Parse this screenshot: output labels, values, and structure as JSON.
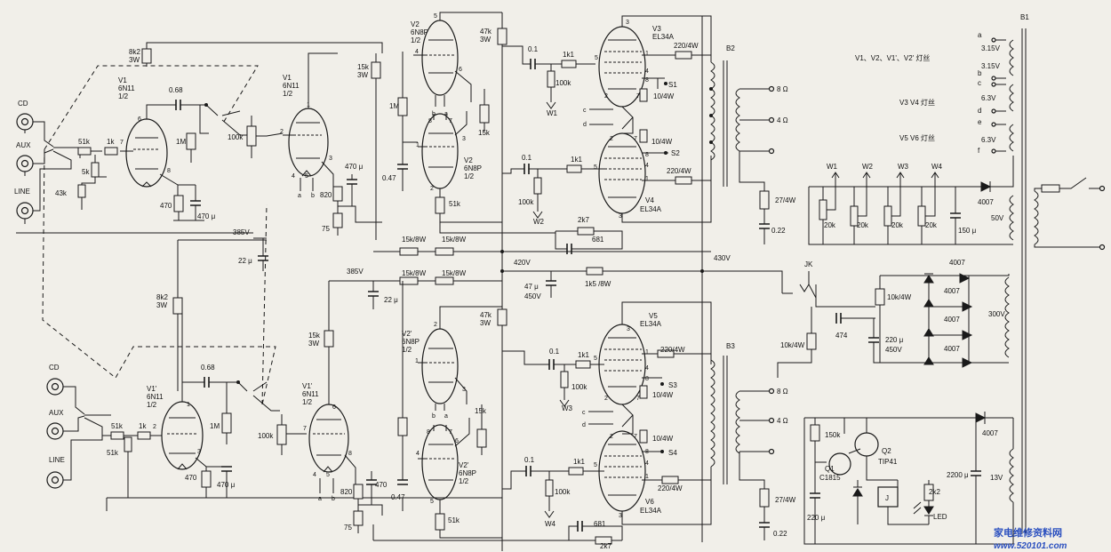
{
  "inputs": {
    "upper": [
      "CD",
      "AUX",
      "LINE"
    ],
    "lower": [
      "CD",
      "AUX",
      "LINE"
    ]
  },
  "tubes": {
    "v1": [
      "V1",
      "6N11",
      "1/2"
    ],
    "v1b": [
      "V1",
      "6N11",
      "1/2"
    ],
    "v2": [
      "V2",
      "6N8P",
      "1/2"
    ],
    "v2b": [
      "V2",
      "6N8P",
      "1/2"
    ],
    "v3": [
      "V3",
      "EL34A"
    ],
    "v4": [
      "V4",
      "EL34A"
    ],
    "v1p": [
      "V1'",
      "6N11",
      "1/2"
    ],
    "v1pb": [
      "V1'",
      "6N11",
      "1/2"
    ],
    "v2p": [
      "V2'",
      "6N8P",
      "1/2"
    ],
    "v2pb": [
      "V2'",
      "6N8P",
      "1/2"
    ],
    "v5": [
      "V5",
      "EL34A"
    ],
    "v6": [
      "V6",
      "EL34A"
    ]
  },
  "components": {
    "r_8k2_a": [
      "8k2",
      "3W"
    ],
    "r_8k2_b": [
      "8k2",
      "3W"
    ],
    "c_068_a": "0.68",
    "c_068_b": "0.68",
    "r_51k_a": "51k",
    "r_1k_a": "1k",
    "r_5k": "5k",
    "r_43k": "43k",
    "r_1m_a": "1M",
    "r_470_a": "470",
    "c_470u_a": "470 μ",
    "pot_100k_a": "100k",
    "r_15k3w_a": [
      "15k",
      "3W"
    ],
    "r_1m_b": "1M",
    "c_047_a": "0.47",
    "r_47k3w_a": [
      "47k",
      "3W"
    ],
    "r_15k_a": "15k",
    "r_51k_b": "51k",
    "r_820_a": "820",
    "c_470u_b": "470 μ",
    "r_75_a": "75",
    "v_385_a": "385V",
    "c_22u_a": "22 μ",
    "c_01_a": "0.1",
    "r_1k1_a": "1k1",
    "r_100k_a": "100k",
    "r_220_4w_a": "220/4W",
    "r_10_4w_a": "10/4W",
    "s1": "S1",
    "w1": "W1",
    "c_01_b": "0.1",
    "r_1k1_b": "1k1",
    "r_100k_b": "100k",
    "r_10_4w_b": "10/4W",
    "s2": "S2",
    "r_220_4w_b": "220/4W",
    "w2": "W2",
    "r_2k7_a": "2k7",
    "c_681_a": "681",
    "t_b2": "B2",
    "ohm8_a": "8 Ω",
    "ohm4_a": "4 Ω",
    "r_27_4w_a": "27/4W",
    "c_022_a": "0.22",
    "r_15k8w_1": "15k/8W",
    "r_15k8w_2": "15k/8W",
    "r_15k8w_3": "15k/8W",
    "r_15k8w_4": "15k/8W",
    "v_420": "420V",
    "v_430": "430V",
    "v_385_b": "385V",
    "c_22u_b": "22 μ",
    "c_47u_450": [
      "47 μ",
      "450V"
    ],
    "r_1k5_8w": "1k5 /8W",
    "r_15k3w_b": [
      "15k",
      "3W"
    ],
    "r_47k3w_b": [
      "47k",
      "3W"
    ],
    "r_51k_c": "51k",
    "r_51k_d": "51k",
    "r_1k_b": "1k",
    "r_1m_c": "1M",
    "r_470_b": "470",
    "c_470u_c": "470 μ",
    "pot_100k_b": "100k",
    "r_15k_b": "15k",
    "c_047_b": "0.47",
    "r_820_b": "820",
    "c_470_c": "470",
    "r_75_b": "75",
    "r_51k_e": "51k",
    "c_01_c": "0.1",
    "r_1k1_c": "1k1",
    "r_100k_c": "100k",
    "r_220_4w_c": "220/4W",
    "r_10_4w_c": "10/4W",
    "s3": "S3",
    "w3": "W3",
    "c_01_d": "0.1",
    "r_1k1_d": "1k1",
    "r_100k_d": "100k",
    "r_10_4w_d": "10/4W",
    "s4": "S4",
    "r_220_4w_d": "220/4W",
    "w4": "W4",
    "c_681_b": "681",
    "r_2k7_b": "2k7",
    "t_b3": "B3",
    "ohm8_b": "8 Ω",
    "ohm4_b": "4 Ω",
    "r_27_4w_b": "27/4W",
    "c_022_b": "0.22",
    "jk": "JK",
    "r_10k4w_a": "10k/4W",
    "r_10k4w_b": "10k/4W",
    "c_474": "474",
    "c_220u_450": [
      "220 μ",
      "450V"
    ],
    "d_4007": [
      "4007",
      "4007",
      "4007",
      "4007",
      "4007",
      "4007"
    ],
    "v_300": "300V",
    "bias_pots": [
      "W1",
      "W2",
      "W3",
      "W4"
    ],
    "r_20k": [
      "20k",
      "20k",
      "20k",
      "20k"
    ],
    "c_150u": "150 μ",
    "v_50": "50V",
    "r_150k": "150k",
    "q1": [
      "Q1",
      "C1815"
    ],
    "q2": [
      "Q2",
      "TIP41"
    ],
    "c_220u_b": "220 μ",
    "relay": "J",
    "r_2k2": "2k2",
    "led": "LED",
    "c_2200u": "2200 μ",
    "v_13": "13V",
    "t_b1": "B1",
    "heater_taps": [
      "a",
      "b",
      "c",
      "d",
      "e",
      "f"
    ],
    "heater_volts": [
      "3.15V",
      "3.15V",
      "6.3V",
      "6.3V"
    ],
    "heater_legend": [
      "V1、V2、V1'、V2' 灯丝",
      "V3  V4  灯丝",
      "V5  V6  灯丝"
    ]
  },
  "watermark": {
    "line1": "家电维修资料网",
    "line2": "www.520101.com"
  }
}
